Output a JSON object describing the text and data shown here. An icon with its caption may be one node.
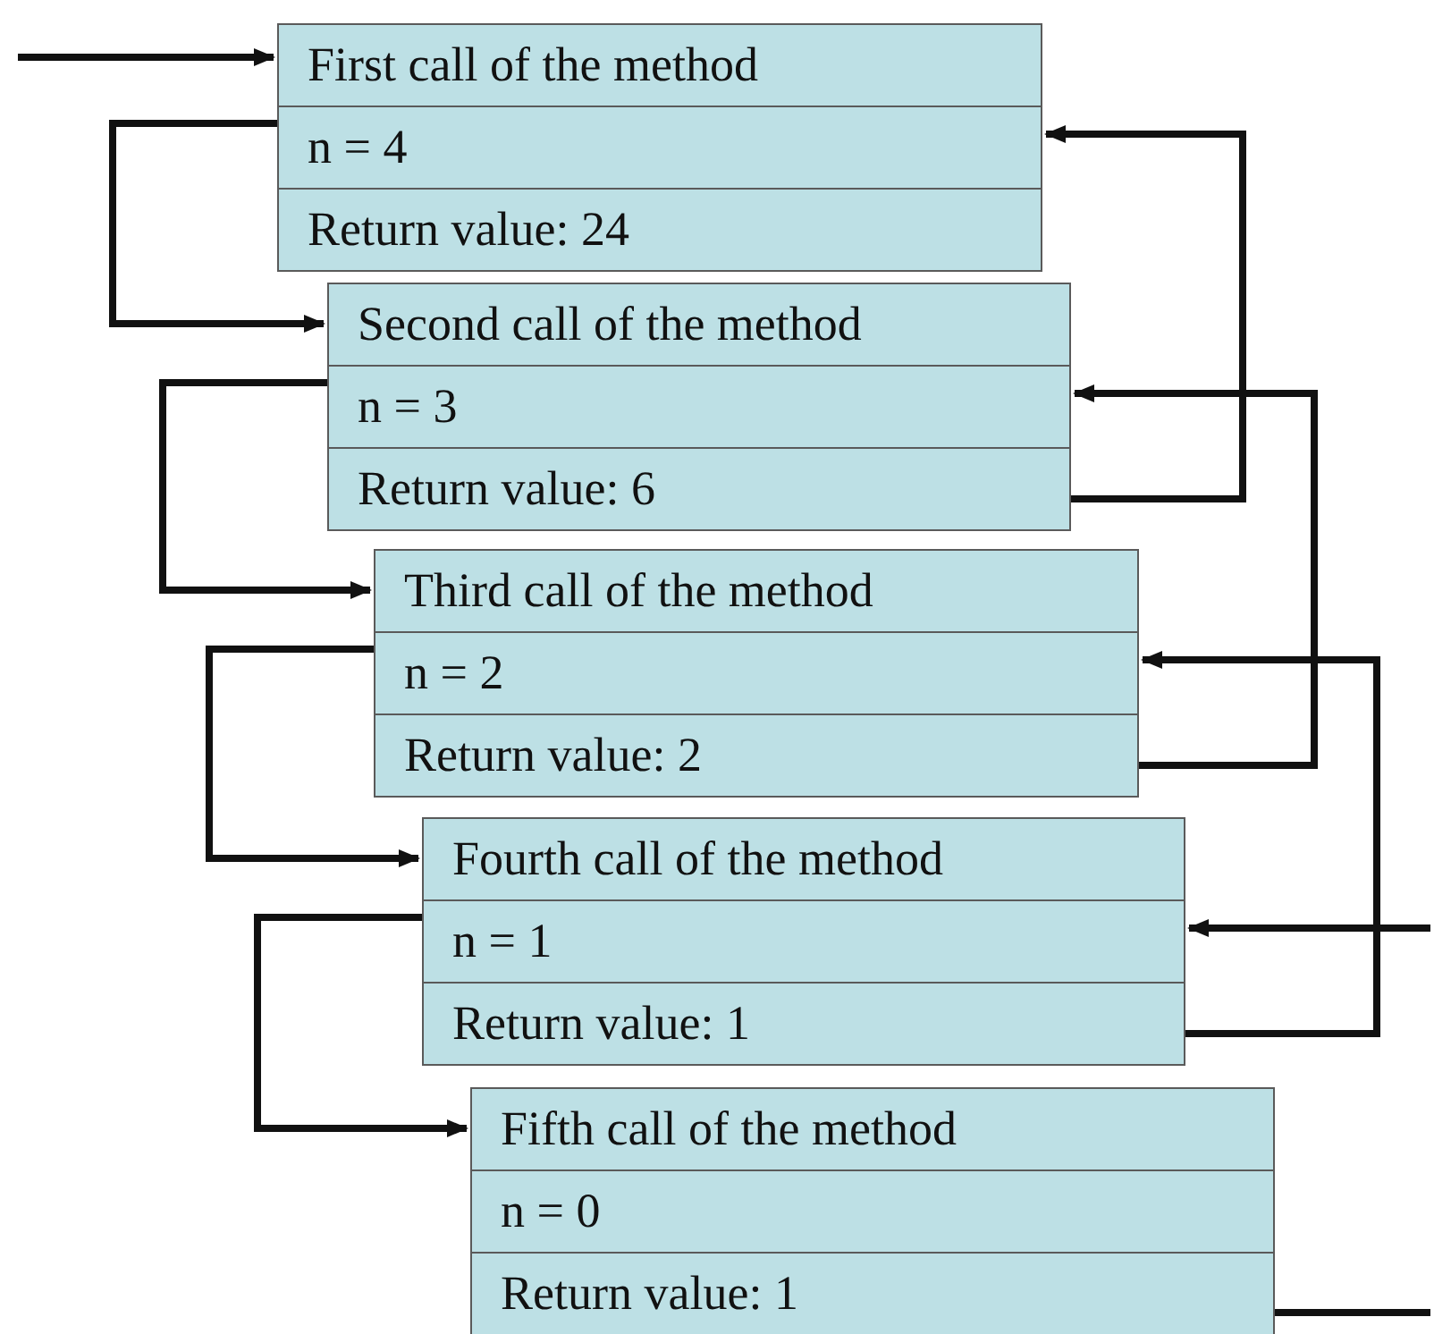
{
  "diagram": {
    "nodes": [
      {
        "text": [
          "First call of the method"
        ]
      },
      {
        "text": [
          "n = 4"
        ]
      },
      {
        "text": [
          "Return value: 24"
        ]
      },
      {
        "text": [
          "Second call of the method"
        ]
      },
      {
        "text": [
          "n = 3"
        ]
      },
      {
        "text": [
          "Return value: 6"
        ]
      },
      {
        "text": [
          "Third call of the method"
        ]
      },
      {
        "text": [
          "n = 2"
        ]
      },
      {
        "text": [
          "Return value: 2"
        ]
      },
      {
        "text": [
          "Fourth call of the method"
        ]
      },
      {
        "text": [
          "n = 1"
        ]
      },
      {
        "text": [
          "Return value: 1"
        ]
      },
      {
        "text": [
          "Fifth call of the method"
        ]
      },
      {
        "text": [
          "n = 0"
        ]
      },
      {
        "text": [
          "Return value: 1"
        ]
      }
    ],
    "edges": [
      {
        "from": null,
        "to": 0,
        "arrow": "to"
      },
      {
        "from": 1,
        "to": 3,
        "arrow": "to"
      },
      {
        "from": 5,
        "to": 1,
        "arrow": "to"
      },
      {
        "from": 4,
        "to": 6,
        "arrow": "to"
      },
      {
        "from": 8,
        "to": 4,
        "arrow": "to"
      },
      {
        "from": 7,
        "to": 9,
        "arrow": "to"
      },
      {
        "from": 11,
        "to": 7,
        "arrow": "to"
      },
      {
        "from": null,
        "to": 10,
        "arrow": "to"
      },
      {
        "from": 10,
        "to": 12,
        "arrow": "to"
      },
      {
        "from": 14,
        "to": null,
        "arrow": "none"
      }
    ]
  }
}
